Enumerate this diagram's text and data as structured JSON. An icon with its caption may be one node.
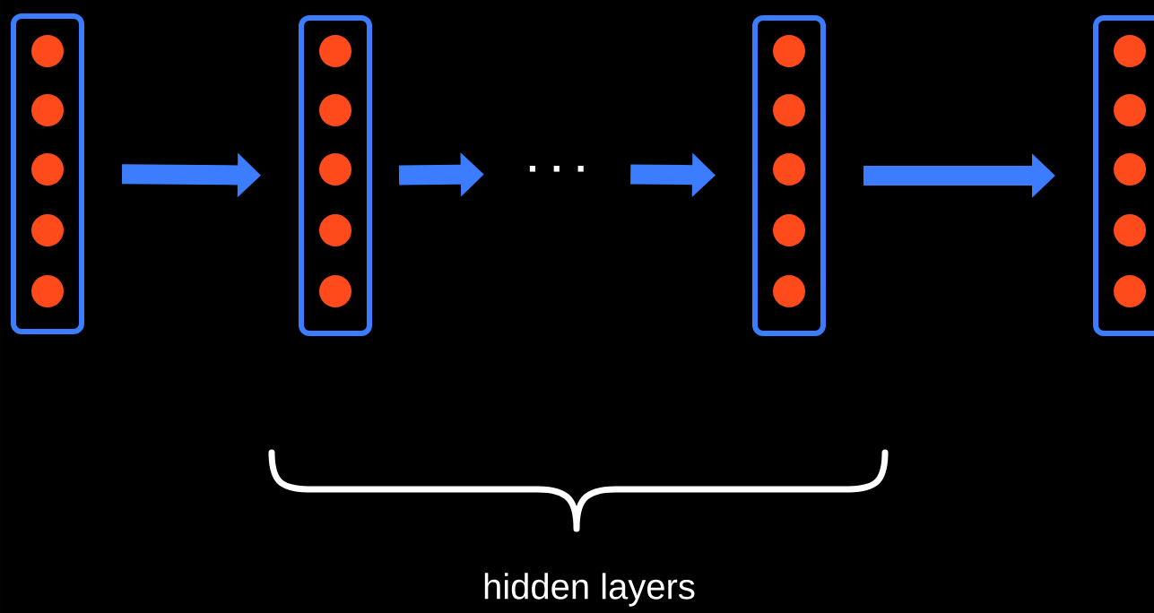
{
  "diagram": {
    "nodes": [
      {
        "text": [],
        "shape": "box"
      },
      {
        "text": [],
        "shape": "circle",
        "in": 0
      },
      {
        "text": [],
        "shape": "circle",
        "in": 0
      },
      {
        "text": [],
        "shape": "circle",
        "in": 0
      },
      {
        "text": [],
        "shape": "circle",
        "in": 0
      },
      {
        "text": [],
        "shape": "circle",
        "in": 0
      },
      {
        "text": [],
        "shape": "box"
      },
      {
        "text": [],
        "shape": "circle",
        "in": 6
      },
      {
        "text": [],
        "shape": "circle",
        "in": 6
      },
      {
        "text": [],
        "shape": "circle",
        "in": 6
      },
      {
        "text": [],
        "shape": "circle",
        "in": 6
      },
      {
        "text": [],
        "shape": "circle",
        "in": 6
      },
      {
        "text": [
          "· · ·"
        ]
      },
      {
        "text": [],
        "shape": "box"
      },
      {
        "text": [],
        "shape": "circle",
        "in": 13
      },
      {
        "text": [],
        "shape": "circle",
        "in": 13
      },
      {
        "text": [],
        "shape": "circle",
        "in": 13
      },
      {
        "text": [],
        "shape": "circle",
        "in": 13
      },
      {
        "text": [],
        "shape": "circle",
        "in": 13
      },
      {
        "text": [],
        "shape": "box"
      },
      {
        "text": [],
        "shape": "circle",
        "in": 19
      },
      {
        "text": [],
        "shape": "circle",
        "in": 19
      },
      {
        "text": [],
        "shape": "circle",
        "in": 19
      },
      {
        "text": [],
        "shape": "circle",
        "in": 19
      },
      {
        "text": [],
        "shape": "circle",
        "in": 19
      }
    ],
    "edges": [
      {
        "from": 0,
        "to": 6,
        "arrow": "to"
      },
      {
        "from": 6,
        "to": 12,
        "arrow": "to"
      },
      {
        "from": 12,
        "to": 13,
        "arrow": "to"
      },
      {
        "from": 13,
        "to": 19,
        "arrow": "to"
      }
    ],
    "labels": [
      "hidden layers"
    ]
  }
}
